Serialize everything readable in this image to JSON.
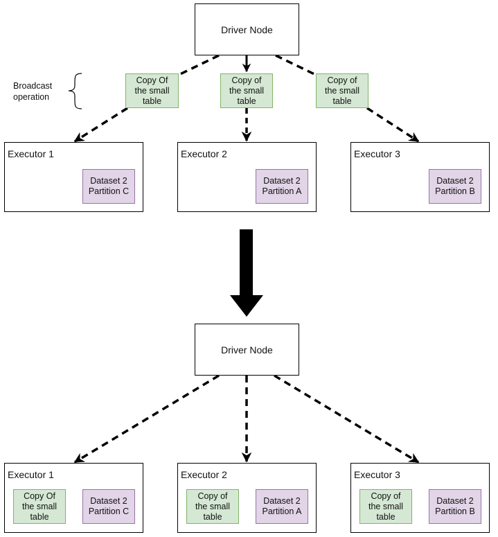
{
  "top": {
    "driver_label": "Driver Node",
    "broadcast_label": "Broadcast\noperation",
    "copies": [
      "Copy Of\nthe small\ntable",
      "Copy of\nthe small\ntable",
      "Copy of\nthe small\ntable"
    ],
    "executors": [
      {
        "label": "Executor 1",
        "partition": "Dataset 2\nPartition C"
      },
      {
        "label": "Executor 2",
        "partition": "Dataset 2\nPartition A"
      },
      {
        "label": "Executor 3",
        "partition": "Dataset 2\nPartition B"
      }
    ]
  },
  "bottom": {
    "driver_label": "Driver Node",
    "executors": [
      {
        "label": "Executor 1",
        "copy": "Copy Of\nthe small\ntable",
        "partition": "Dataset 2\nPartition C"
      },
      {
        "label": "Executor 2",
        "copy": "Copy of\nthe small\ntable",
        "partition": "Dataset 2\nPartition A"
      },
      {
        "label": "Executor 3",
        "copy": "Copy of\nthe small\ntable",
        "partition": "Dataset 2\nPartition B"
      }
    ]
  },
  "colors": {
    "copy_fill": "#d5e8d4",
    "copy_border": "#82b366",
    "partition_fill": "#e1d5e7",
    "partition_border": "#9673a6"
  }
}
